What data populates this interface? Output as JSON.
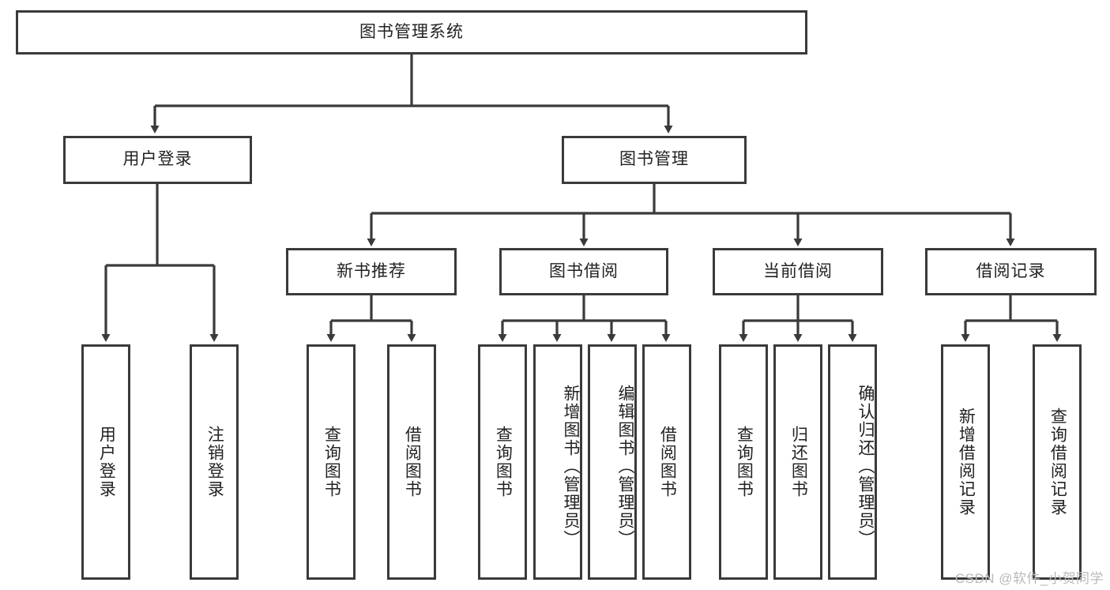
{
  "diagram": {
    "title": "图书管理系统",
    "type": "tree-hierarchy",
    "watermark": "CSDN @软件_小贺同学",
    "colors": {
      "box_border": "#3a3a3a",
      "box_fill": "#ffffff",
      "edge": "#3a3a3a",
      "text": "#222222",
      "watermark": "#b9b9b9",
      "background": "#ffffff"
    },
    "root": {
      "label": "图书管理系统"
    },
    "level2": [
      {
        "label": "用户登录"
      },
      {
        "label": "图书管理"
      }
    ],
    "level3": [
      {
        "label": "新书推荐"
      },
      {
        "label": "图书借阅"
      },
      {
        "label": "当前借阅"
      },
      {
        "label": "借阅记录"
      }
    ],
    "leaves": {
      "user_login": [
        {
          "label": "用户登录"
        },
        {
          "label": "注销登录"
        }
      ],
      "new_book_recommend": [
        {
          "label": "查询图书"
        },
        {
          "label": "借阅图书"
        }
      ],
      "book_borrow": [
        {
          "label": "查询图书"
        },
        {
          "label": "新增图书（管理员）"
        },
        {
          "label": "编辑图书（管理员）"
        },
        {
          "label": "借阅图书"
        }
      ],
      "current_borrow": [
        {
          "label": "查询图书"
        },
        {
          "label": "归还图书"
        },
        {
          "label": "确认归还（管理员）"
        }
      ],
      "borrow_record": [
        {
          "label": "新增借阅记录"
        },
        {
          "label": "查询借阅记录"
        }
      ]
    }
  }
}
